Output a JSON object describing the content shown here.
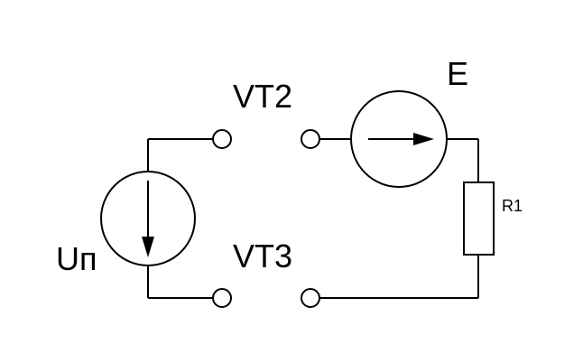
{
  "labels": {
    "source_up": "Uп",
    "source_e": "E",
    "switch_vt2": "VT2",
    "switch_vt3": "VT3",
    "resistor_r1": "R1"
  }
}
